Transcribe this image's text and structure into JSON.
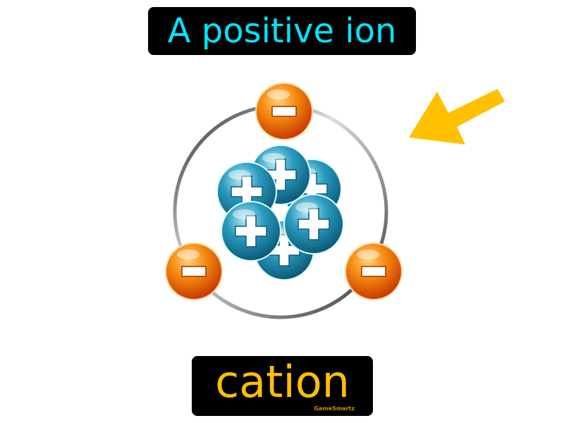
{
  "definition": "A positive ion",
  "term": "cation",
  "logo": "GameSmartz",
  "colors": {
    "definition_text": "#00e5ff",
    "term_text": "#ffbf00",
    "arrow": "#ffc000",
    "electron": "#f06a00",
    "proton": "#1e8fb0"
  },
  "icons": [
    "electron-minus-icon",
    "proton-plus-icon",
    "arrow-icon"
  ]
}
